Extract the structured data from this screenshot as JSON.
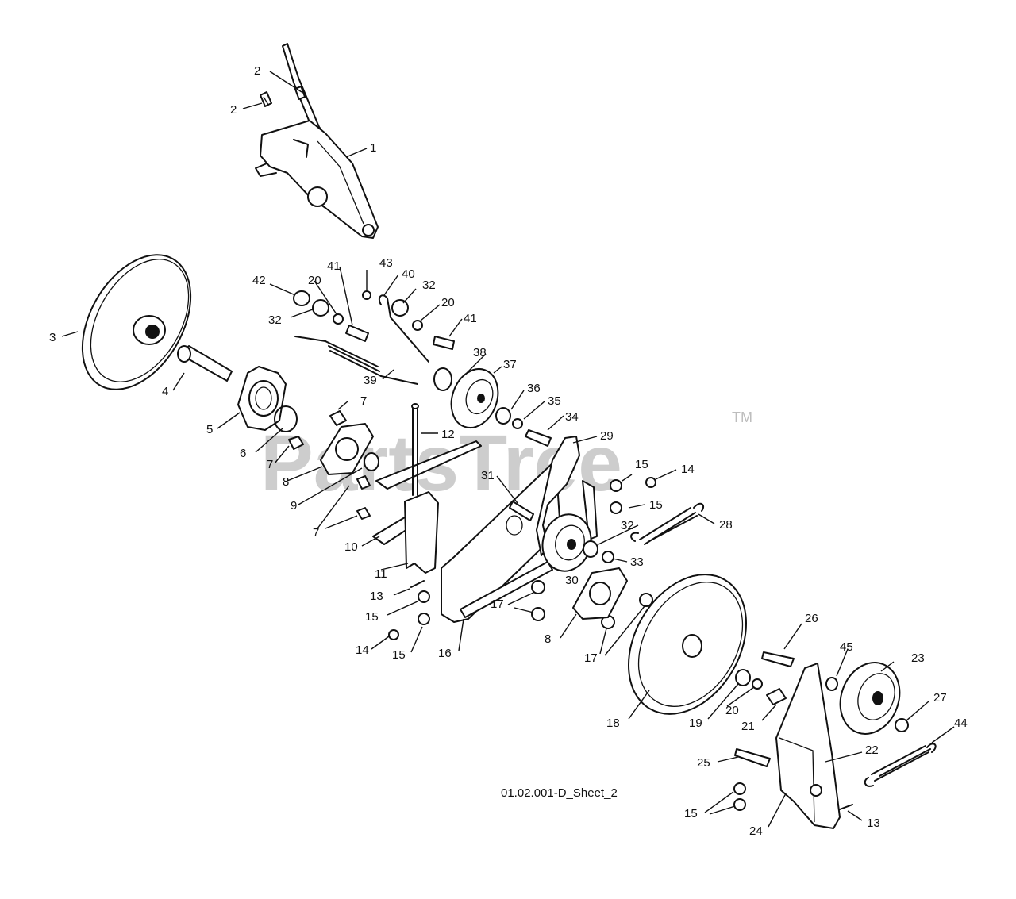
{
  "diagram": {
    "sheet_label": "01.02.001-D_Sheet_2",
    "watermark": "PartsTree",
    "watermark_tm": "TM",
    "callouts": [
      "1",
      "2",
      "3",
      "4",
      "5",
      "6",
      "7",
      "8",
      "9",
      "10",
      "11",
      "12",
      "13",
      "14",
      "15",
      "16",
      "17",
      "18",
      "19",
      "20",
      "21",
      "22",
      "23",
      "24",
      "25",
      "26",
      "27",
      "28",
      "29",
      "30",
      "31",
      "32",
      "33",
      "34",
      "35",
      "36",
      "37",
      "38",
      "39",
      "40",
      "41",
      "42",
      "43",
      "44",
      "45"
    ]
  }
}
